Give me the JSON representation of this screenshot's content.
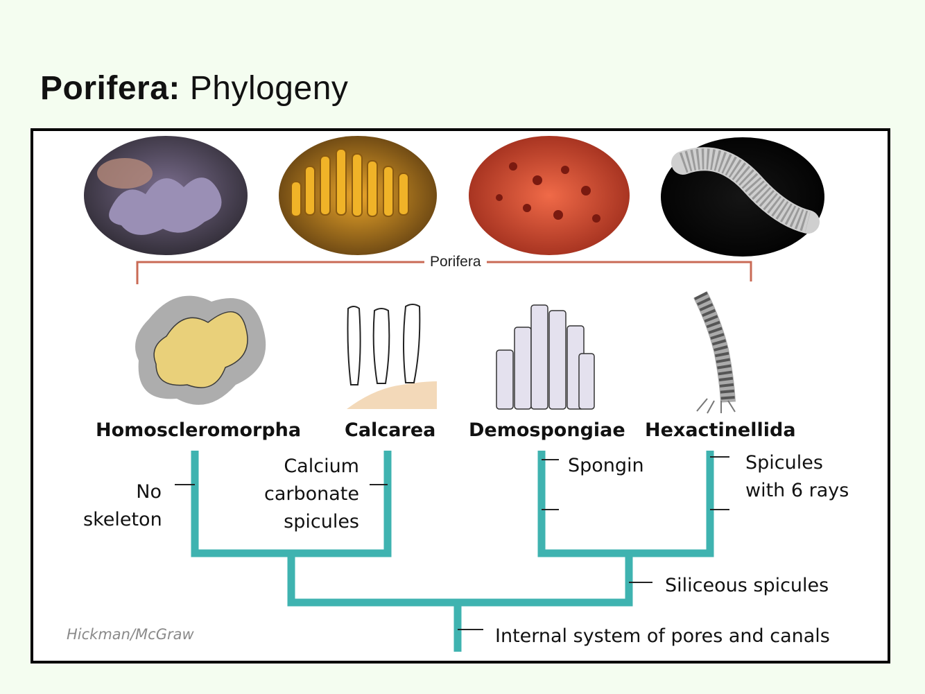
{
  "title": {
    "bold": "Porifera:",
    "rest": " Phylogeny"
  },
  "clade_label": "Porifera",
  "taxa": [
    "Homoscleromorpha",
    "Calcarea",
    "Demospongiae",
    "Hexactinellida"
  ],
  "characters": {
    "no_skeleton": [
      "No",
      "skeleton"
    ],
    "calcium": [
      "Calcium",
      "carbonate",
      "spicules"
    ],
    "spongin": "Spongin",
    "six_rays": [
      "Spicules",
      "with 6 rays"
    ],
    "siliceous": "Siliceous spicules",
    "pores": "Internal system of pores and canals"
  },
  "credit": "Hickman/McGraw",
  "colors": {
    "tree": "#3fb3b0",
    "bracket": "#c96a55",
    "background": "#f4fdf0"
  }
}
